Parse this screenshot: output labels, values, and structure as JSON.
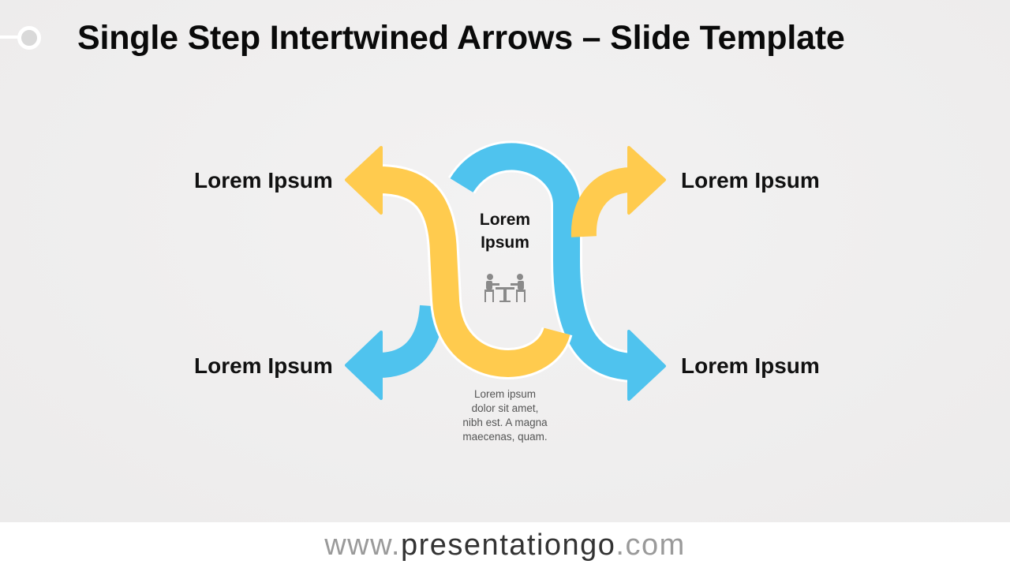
{
  "title": "Single Step Intertwined Arrows – Slide Template",
  "labels": {
    "top_left": "Lorem Ipsum",
    "top_right": "Lorem Ipsum",
    "bottom_left": "Lorem Ipsum",
    "bottom_right": "Lorem Ipsum"
  },
  "center": {
    "label_line1": "Lorem",
    "label_line2": "Ipsum",
    "icon": "meeting-table-icon",
    "description_lines": [
      "Lorem ipsum",
      "dolor sit amet,",
      "nibh est. A magna",
      "maecenas, quam."
    ]
  },
  "footer": {
    "url_prefix": "www.",
    "url_brand": "presentationgo",
    "url_suffix": ".com"
  },
  "colors": {
    "yellow": "#FFCB4E",
    "blue": "#4FC3EE",
    "icon_gray": "#8a8a8a"
  }
}
